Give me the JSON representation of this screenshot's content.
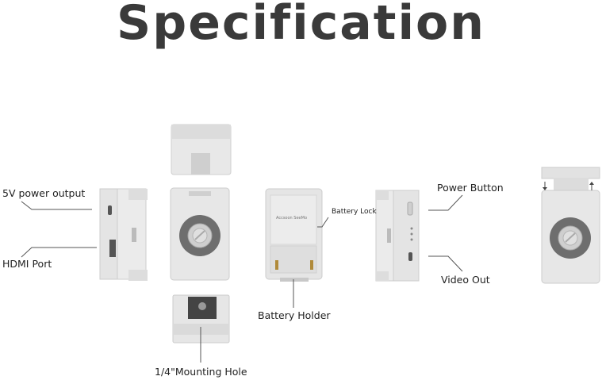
{
  "page": {
    "title": "Specification"
  },
  "labels": {
    "power_output": "5V power output",
    "hdmi_port": "HDMI Port",
    "battery_lock": "Battery Lock",
    "battery_holder": "Battery Holder",
    "mounting_hole": "1/4\"Mounting Hole",
    "power_button": "Power Button",
    "video_out": "Video Out"
  },
  "colors": {
    "device_body": "#e7e7e7",
    "device_shade": "#d2d2d2",
    "dial_ring": "#6e6e6e",
    "title_text": "#3a3a3a"
  }
}
